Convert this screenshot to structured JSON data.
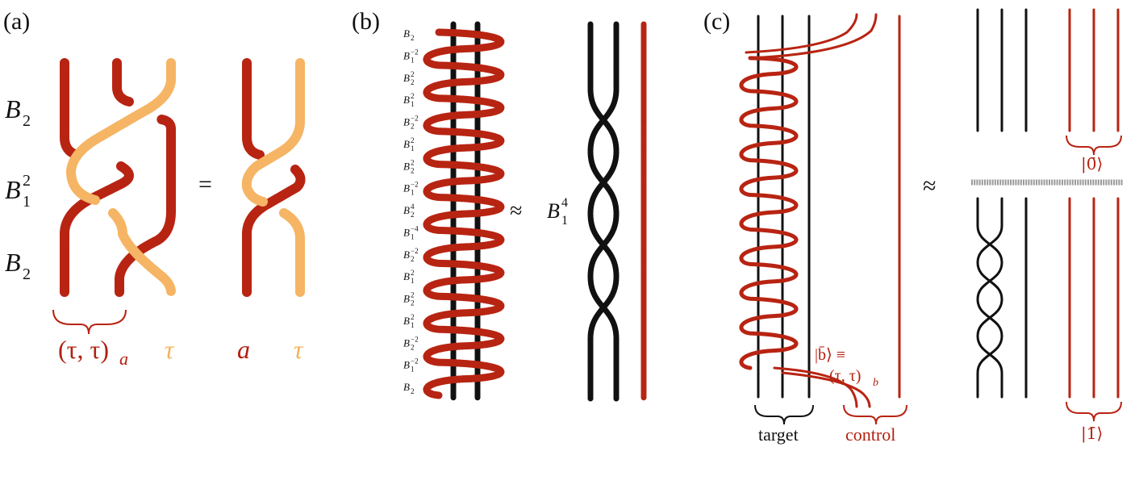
{
  "panel_a": {
    "panel_label": "(a)",
    "row_labels": [
      {
        "base": "B",
        "sub": "2",
        "sup": ""
      },
      {
        "base": "B",
        "sub": "1",
        "sup": "2"
      },
      {
        "base": "B",
        "sub": "2",
        "sup": ""
      }
    ],
    "equals": "=",
    "bottom_labels": {
      "pair": "(τ, τ)",
      "pair_sub": "a",
      "tau_left": "τ",
      "a": "a",
      "tau_right": "τ"
    },
    "colors": {
      "red": "#b82412",
      "orange": "#f5b565"
    }
  },
  "panel_b": {
    "panel_label": "(b)",
    "sequence": [
      {
        "sub": "2",
        "sup": ""
      },
      {
        "sub": "1",
        "sup": "−2"
      },
      {
        "sub": "2",
        "sup": "2"
      },
      {
        "sub": "1",
        "sup": "2"
      },
      {
        "sub": "2",
        "sup": "−2"
      },
      {
        "sub": "1",
        "sup": "2"
      },
      {
        "sub": "2",
        "sup": "2"
      },
      {
        "sub": "1",
        "sup": "−2"
      },
      {
        "sub": "2",
        "sup": "4"
      },
      {
        "sub": "1",
        "sup": "−4"
      },
      {
        "sub": "2",
        "sup": "−2"
      },
      {
        "sub": "1",
        "sup": "2"
      },
      {
        "sub": "2",
        "sup": "2"
      },
      {
        "sub": "1",
        "sup": "2"
      },
      {
        "sub": "2",
        "sup": "−2"
      },
      {
        "sub": "1",
        "sup": "−2"
      },
      {
        "sub": "2",
        "sup": ""
      }
    ],
    "approx": "≈",
    "result": {
      "base": "B",
      "sub": "1",
      "sup": "4"
    }
  },
  "panel_c": {
    "panel_label": "(c)",
    "state_label": "|b̄⟩ ≡",
    "state_pair": "(τ, τ)",
    "state_pair_sub": "b",
    "target_label": "target",
    "control_label": "control",
    "approx": "≈",
    "ket_zero": "|0̄⟩",
    "ket_one": "|1̄⟩",
    "colors": {
      "black": "#111111",
      "red": "#b82412",
      "gray": "#9a9a9a"
    }
  }
}
